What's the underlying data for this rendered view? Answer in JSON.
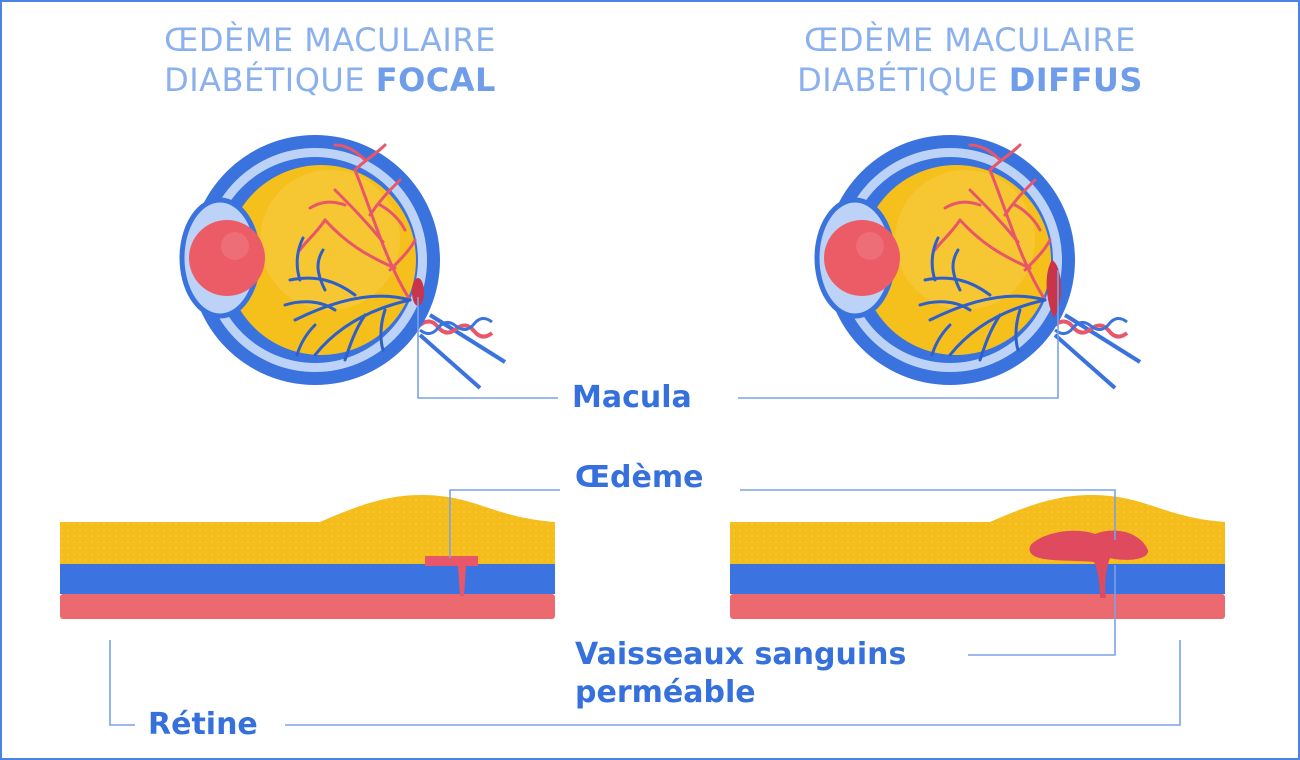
{
  "titles": {
    "left": {
      "line1": "ŒDÈME MACULAIRE",
      "line2_prefix": "DIABÉTIQUE ",
      "line2_bold": "FOCAL"
    },
    "right": {
      "line1": "ŒDÈME MACULAIRE",
      "line2_prefix": "DIABÉTIQUE ",
      "line2_bold": "DIFFUS"
    }
  },
  "labels": {
    "macula": "Macula",
    "oedeme": "Œdème",
    "vaisseaux_line1": "Vaisseaux sanguins",
    "vaisseaux_line2": "perméable",
    "retine": "Rétine"
  },
  "colors": {
    "frame": "#4a84e8",
    "title": "#8ab0ee",
    "label": "#3570dd",
    "eye_outer": "#3b73de",
    "eye_ring": "#bcd3f7",
    "eye_yellow": "#f5bf1c",
    "iris": "#ec5c66",
    "vessel_red": "#e8566a",
    "vessel_blue": "#2f5fc8",
    "layer_yellow": "#f5bd1c",
    "layer_blue": "#3b73e0",
    "layer_red": "#ec6a6f",
    "edema": "#e04a5e",
    "leader": "#7aa2ea"
  }
}
